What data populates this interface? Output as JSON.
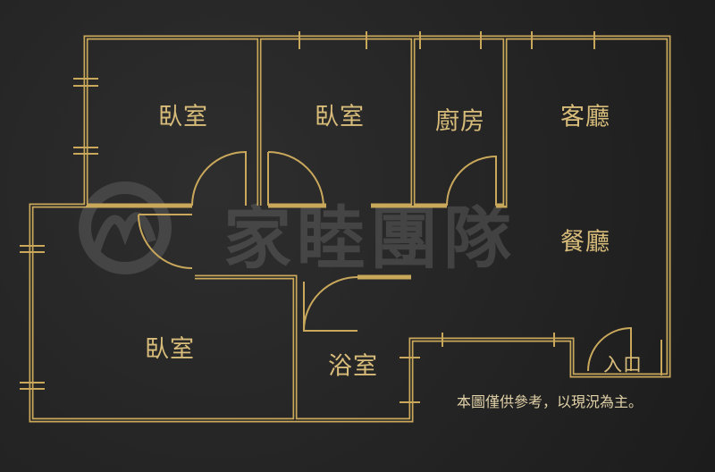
{
  "rooms": {
    "bedroom_1": "臥室",
    "bedroom_2": "臥室",
    "kitchen": "廚房",
    "living_room": "客廳",
    "dining_room": "餐廳",
    "bedroom_3": "臥室",
    "bathroom": "浴室",
    "entrance": "入口"
  },
  "disclaimer": "本圖僅供參考，以現況為主。",
  "watermark": "家睦團隊",
  "colors": {
    "wall": "#c9a85c",
    "background": "#252525"
  }
}
